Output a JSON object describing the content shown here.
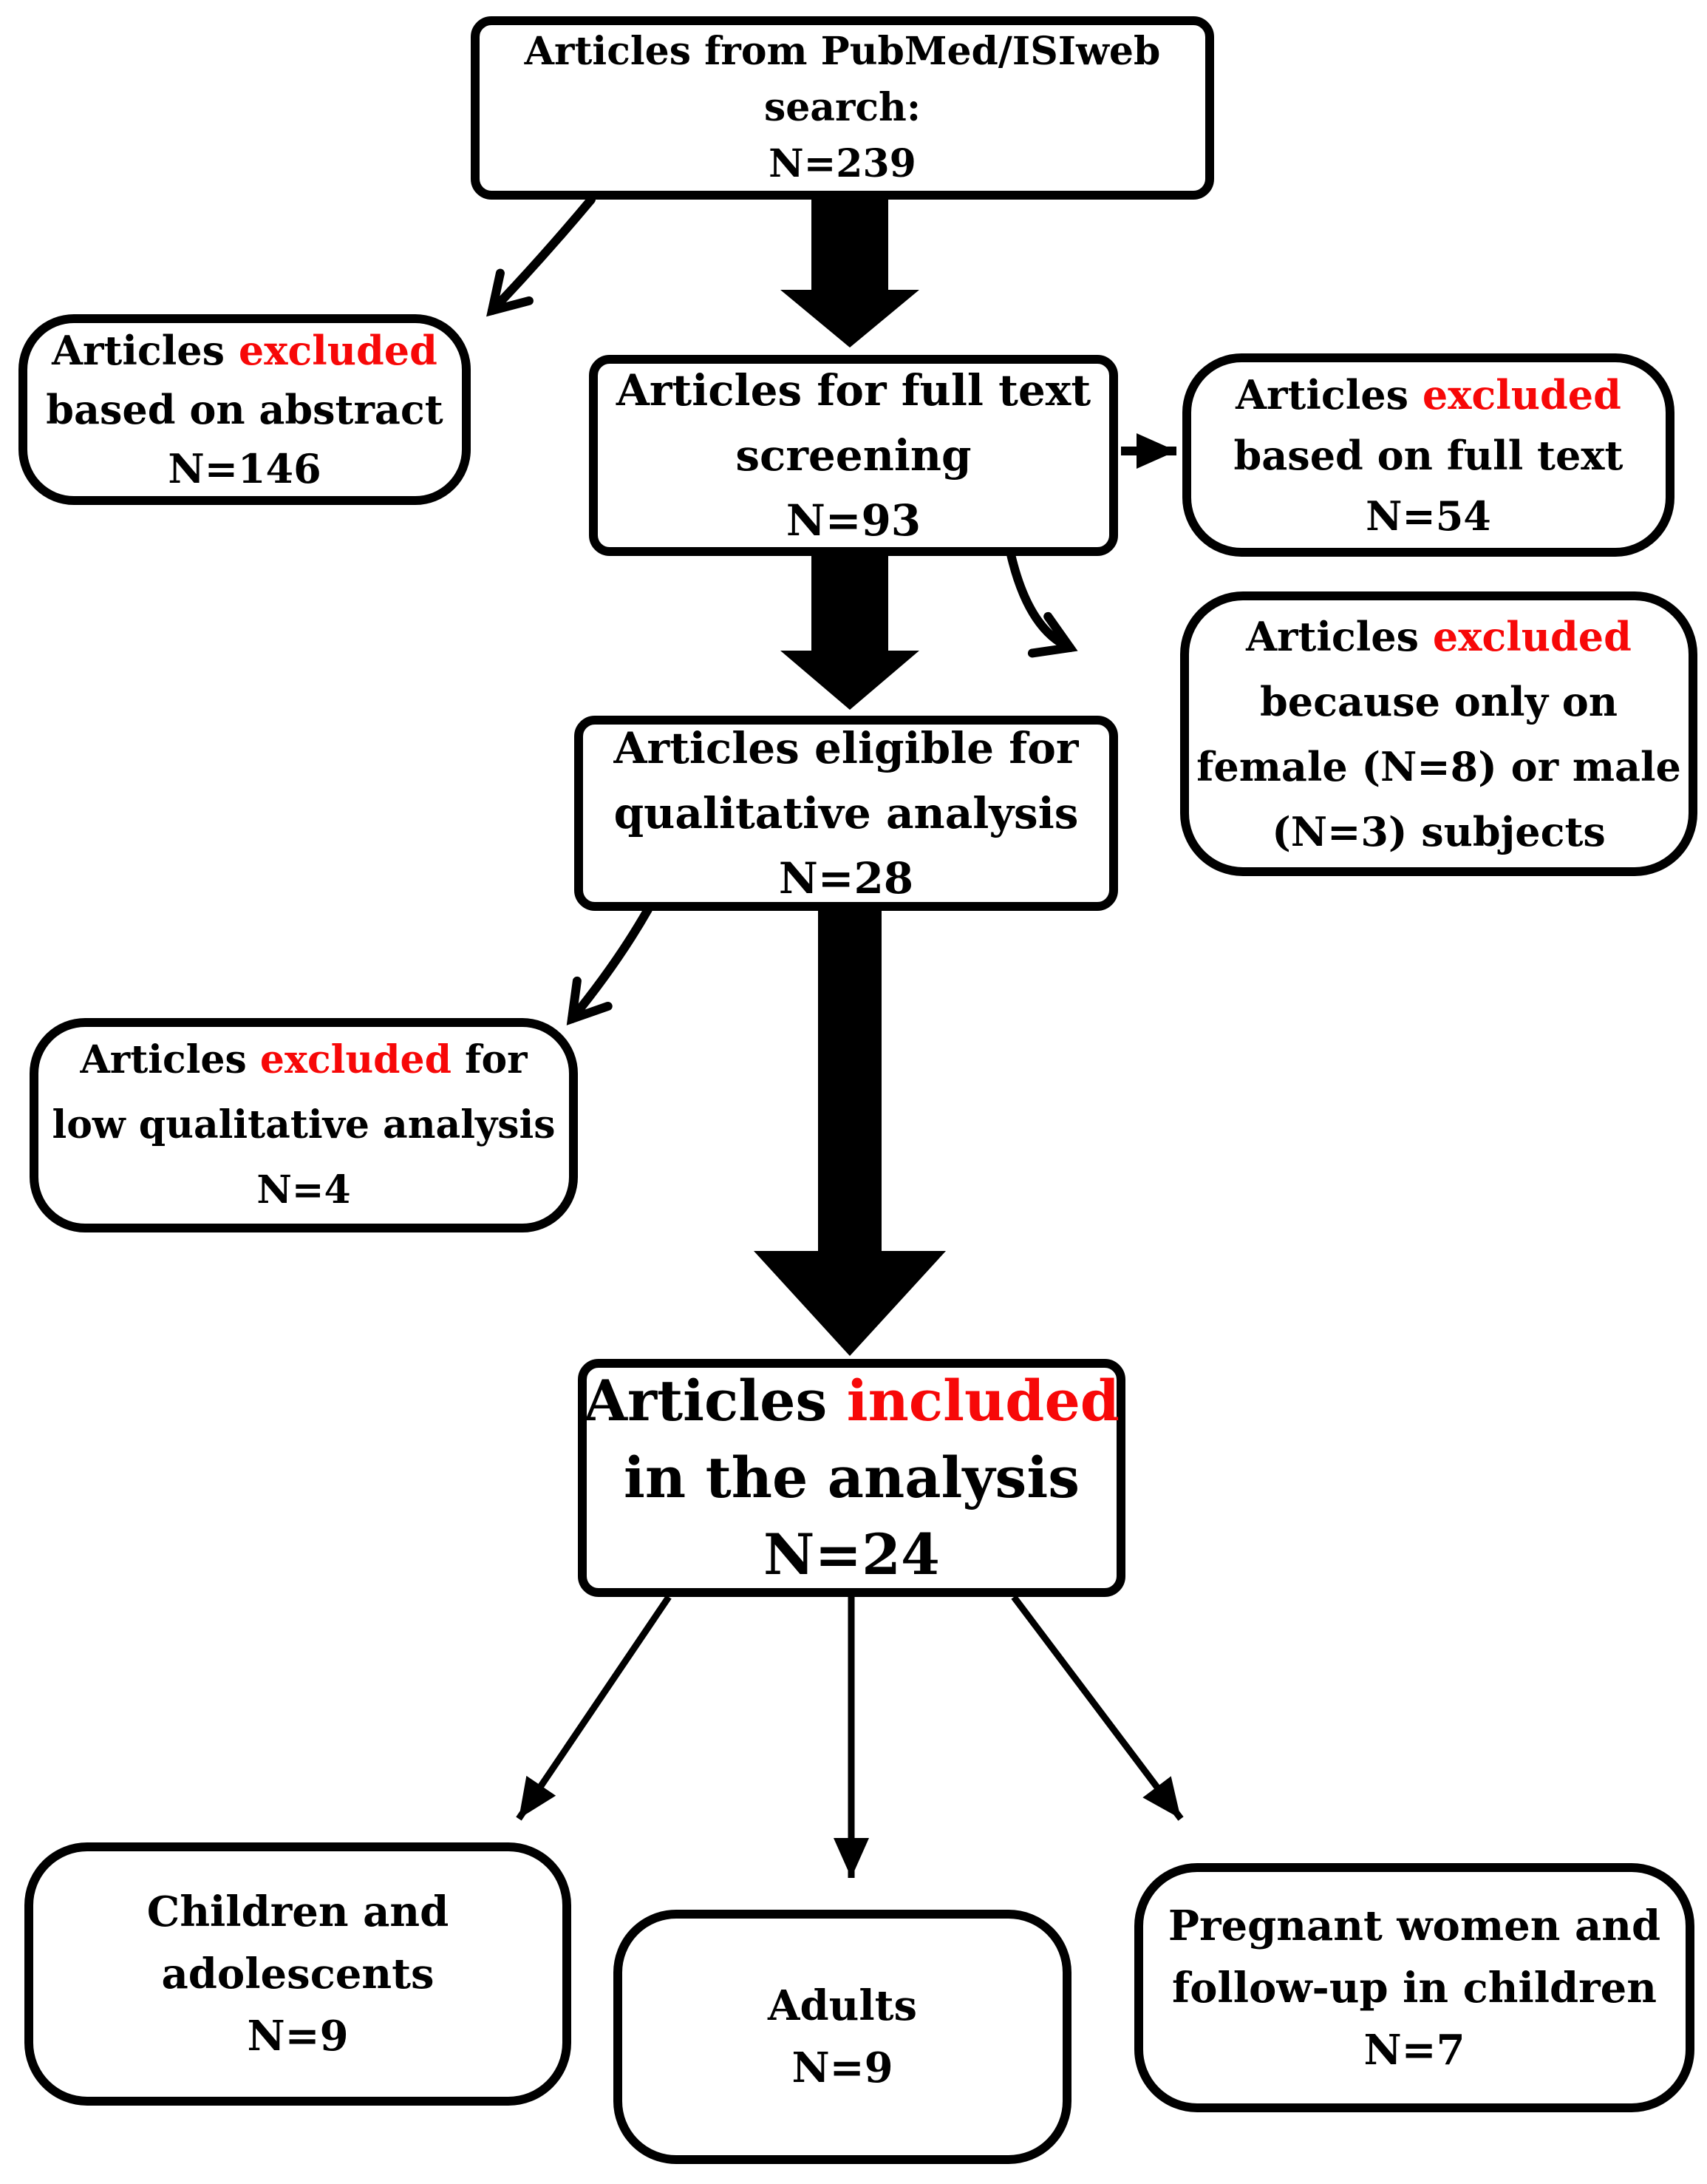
{
  "figure": {
    "type": "flowchart",
    "description": "Study selection flow diagram",
    "colors": {
      "highlight_red": "#f70808",
      "line_black": "#000000",
      "box_fill": "#ffffff"
    }
  },
  "boxes": {
    "search": {
      "l1": "Articles from PubMed/ISIweb",
      "l2": "search:",
      "l3": "N=239"
    },
    "excluded_abstract": {
      "l1a": "Articles ",
      "l1b": "excluded",
      "l2": "based on abstract",
      "l3": "N=146"
    },
    "full_text": {
      "l1": "Articles for full text",
      "l2": "screening",
      "l3": "N=93"
    },
    "excluded_full_text": {
      "l1a": "Articles ",
      "l1b": "excluded",
      "l2": "based on full text",
      "l3": "N=54"
    },
    "excluded_sex": {
      "l1a": "Articles ",
      "l1b": "excluded",
      "l2": "because only on",
      "l3": "female (N=8) or male",
      "l4": "(N=3) subjects"
    },
    "eligible": {
      "l1": "Articles eligible for",
      "l2": "qualitative analysis",
      "l3": "N=28"
    },
    "excluded_quality": {
      "l1a": "Articles ",
      "l1b": "excluded",
      "l1c": " for",
      "l2": "low qualitative analysis",
      "l3": "N=4"
    },
    "included": {
      "l1a": "Articles ",
      "l1b": "included",
      "l2": "in the analysis",
      "l3": "N=24"
    },
    "children": {
      "l1": "Children and",
      "l2": "adolescents",
      "l3": "N=9"
    },
    "adults": {
      "l1": "Adults",
      "l2": "N=9"
    },
    "pregnant": {
      "l1": "Pregnant women and",
      "l2": "follow-up in children",
      "l3": "N=7"
    }
  }
}
